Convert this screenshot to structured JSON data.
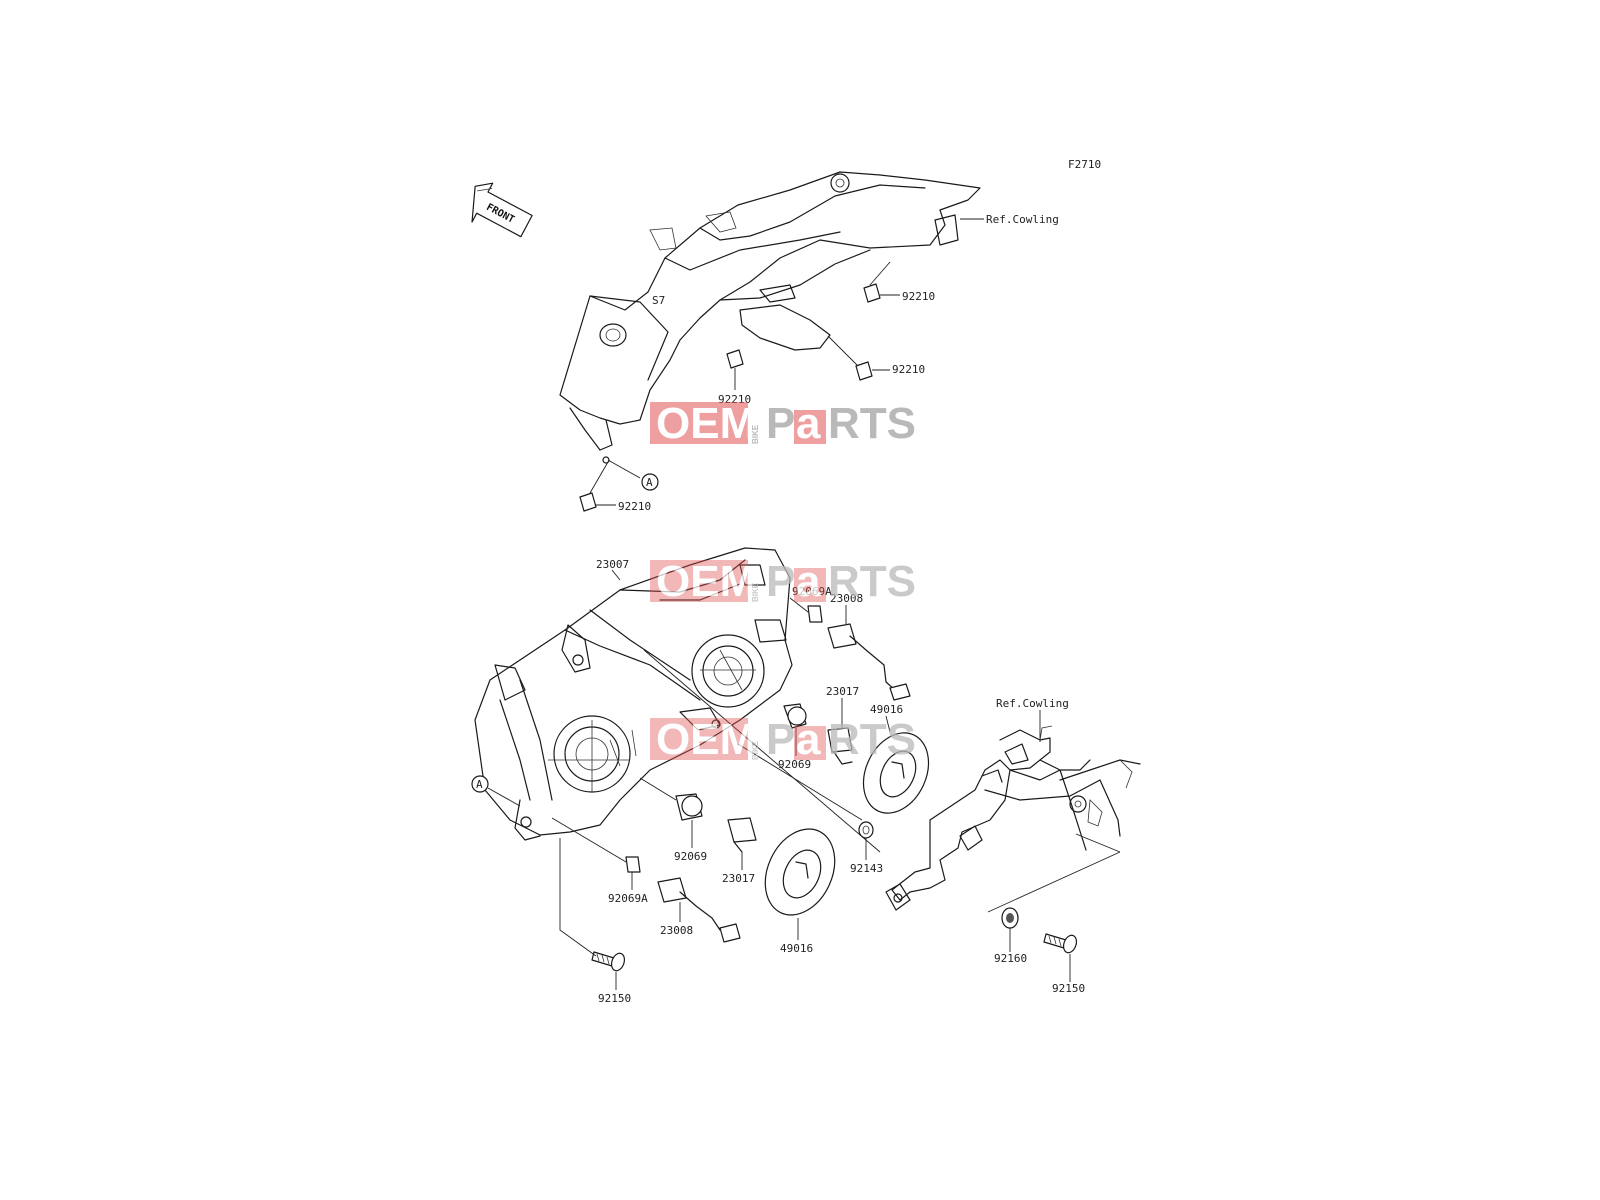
{
  "figure_code": "F2710",
  "front_label": "FRONT",
  "circle_ref": "A",
  "watermark": {
    "left": "OEM",
    "mid": "BIKE",
    "right_a": "P",
    "right_b": "a",
    "right_c": "RTS",
    "color": "#e05252",
    "grey": "#b9b9b9"
  },
  "labels": {
    "ref_cowling_top": "Ref.Cowling",
    "ref_cowling_bottom": "Ref.Cowling",
    "p92210_a": "92210",
    "p92210_b": "92210",
    "p92210_c": "92210",
    "p92210_d": "92210",
    "p23007": "23007",
    "p92069A_top": "92069A",
    "p23008_top": "23008",
    "p23017_top": "23017",
    "p49016_top": "49016",
    "p92069_top": "92069",
    "p92069_bottom": "92069",
    "p23017_bottom": "23017",
    "p92143": "92143",
    "p92069A_bottom": "92069A",
    "p23008_bottom": "23008",
    "p49016_bottom": "49016",
    "p92160": "92160",
    "p92150_left": "92150",
    "p92150_right": "92150"
  }
}
